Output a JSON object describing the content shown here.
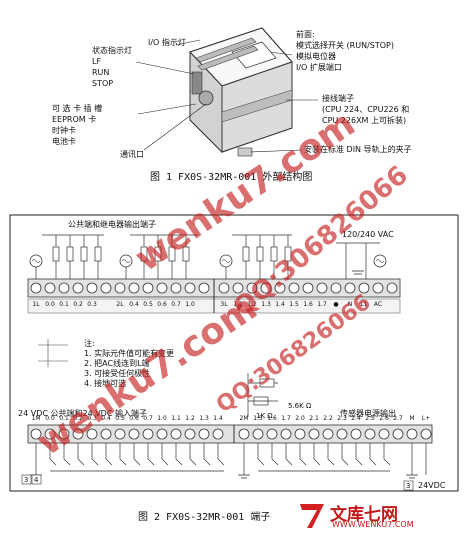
{
  "fig1": {
    "labels": {
      "io_led": "I/O 指示灯",
      "status_led": "状态指示灯",
      "lf": "LF",
      "run": "RUN",
      "stop": "STOP",
      "front_title": "前面:",
      "front_1": "模式选择开关 (RUN/STOP)",
      "front_2": "模拟电位器",
      "front_3": "I/O 扩展端口",
      "option_slot": "可 选 卡 插 槽",
      "eeprom": "EEPROM 卡",
      "clock": "时钟卡",
      "battery": "电池卡",
      "terminals_title": "接线端子",
      "terminals_1": "(CPU 224、CPU226 和",
      "terminals_2": "CPU 226XM 上可拆装)",
      "comm_port": "通讯口",
      "din_rail": "安装在标准 DIN 导轨上的夹子"
    },
    "caption": "图 1 FX0S-32MR-001 外部结构图"
  },
  "fig2": {
    "top_title": "公共端和继电器输出端子",
    "voltage": "120/240 VAC",
    "top_terminals_a": [
      "1L",
      "0.0",
      "0.1",
      "0.2",
      "0.3",
      " ",
      "2L",
      "0.4",
      "0.5",
      "0.6",
      "0.7",
      "1.0"
    ],
    "top_terminals_b": [
      "3L",
      "1.1",
      "1.2",
      "1.3",
      "1.4",
      "1.5",
      "1.6",
      "1.7",
      "●",
      "N",
      "L1",
      "AC"
    ],
    "notes_title": "注:",
    "notes": [
      "1. 实际元件值可能有变更",
      "2. 把AC线连到L端",
      "3. 可接受任何极性",
      "4. 接地可选"
    ],
    "bottom_left_title": "24 VDC  公共端和24 VDC 输入端子",
    "resistor_1": "5.6K Ω",
    "resistor_2": "1K Ω",
    "bottom_right_title": "传感器电源输出",
    "bottom_terminals_a": [
      "1M",
      "0.0",
      "0.1",
      "0.2",
      "0.3",
      "0.4",
      "0.5",
      "0.6",
      "0.7",
      "1.0",
      "1.1",
      "1.2",
      "1.3",
      "1.4"
    ],
    "bottom_terminals_b": [
      "2M",
      "1.5",
      "1.6",
      "1.7",
      "2.0",
      "2.1",
      "2.2",
      "2.3",
      "2.4",
      "2.5",
      "2.6",
      "2.7",
      "M",
      "L+"
    ],
    "marker_3": "3",
    "marker_4": "4",
    "marker_3b": "3",
    "out_voltage": "24VDC",
    "caption": "图 2 FX0S-32MR-001 端子"
  },
  "watermarks": {
    "site_a": "wenku7.com",
    "qq_a": "QQ:306826066",
    "site_b": "wenku7.com",
    "qq_b": "QQ:306826066",
    "logo_text": "文库七网",
    "logo_url": "WWW.WENKU7.COM"
  },
  "colors": {
    "watermark": "#c41616",
    "accent": "#d42020"
  }
}
